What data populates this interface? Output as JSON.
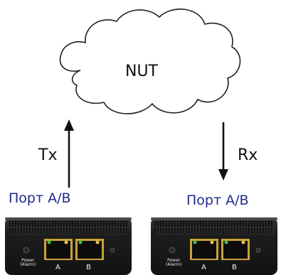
{
  "cloud": {
    "label": "NUT"
  },
  "arrows": {
    "left_label": "Tx",
    "right_label": "Rx"
  },
  "ports": {
    "left_label": "Порт A/B",
    "right_label": "Порт A/B"
  },
  "devices": {
    "power_label_line1": "Power",
    "power_label_line2": "(Alarm)",
    "jack_a": "A",
    "jack_b": "B"
  },
  "colors": {
    "text": "#111111",
    "port_text": "#1f2a8a",
    "device_body": "#1c1c1c",
    "led_green": "#3ec23e",
    "led_amber": "#e8c24a"
  }
}
